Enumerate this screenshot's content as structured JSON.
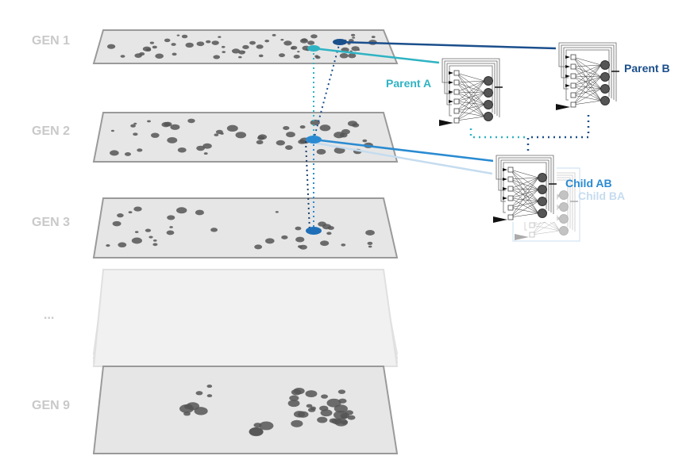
{
  "generations": [
    {
      "label": "GEN 1"
    },
    {
      "label": "GEN 2"
    },
    {
      "label": "GEN 3"
    },
    {
      "label": "..."
    },
    {
      "label": "GEN 9"
    }
  ],
  "networks": {
    "parent_a": "Parent A",
    "parent_b": "Parent B",
    "child_ab": "Child AB",
    "child_ba": "Child BA"
  },
  "colors": {
    "parent_a": "#2fb3c3",
    "parent_b": "#1b4f8c",
    "child_ab": "#2a8bd2",
    "child_ba": "#c5dcef",
    "gen_label": "#c9c9c9",
    "plane": "#e6e6e6",
    "dot": "#555555"
  }
}
